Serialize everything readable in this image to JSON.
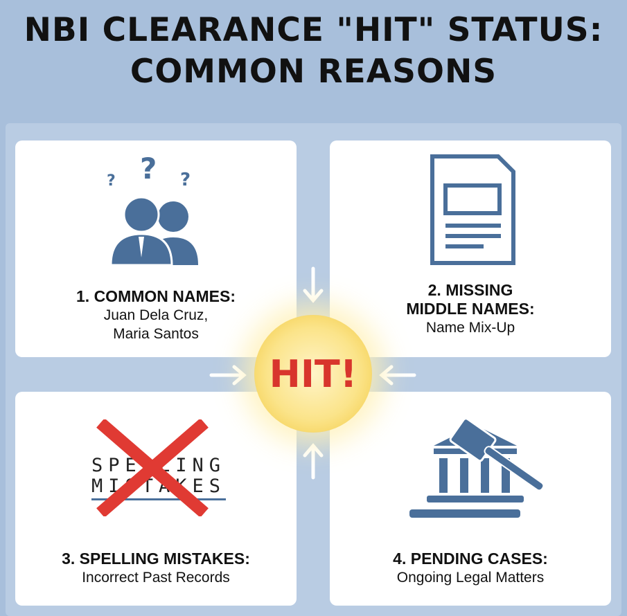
{
  "title": {
    "line1": "NBI CLEARANCE \"HIT\" STATUS:",
    "line2": "COMMON REASONS"
  },
  "center": {
    "label": "HIT!",
    "color": "#d8352c"
  },
  "colors": {
    "icon": "#4a6f9a",
    "cross": "#e03a33",
    "background": "#a8bfdb"
  },
  "cards": [
    {
      "heading": "1. COMMON NAMES:",
      "sub1": "Juan Dela Cruz,",
      "sub2": "Maria Santos",
      "icon": "confused-people-icon"
    },
    {
      "heading1": "2. MISSING",
      "heading2": "MIDDLE NAMES:",
      "sub": "Name Mix-Up",
      "icon": "document-icon"
    },
    {
      "heading": "3. SPELLING MISTAKES:",
      "sub": "Incorrect Past Records",
      "icon": "crossed-text-icon",
      "icon_text1": "SPELLING",
      "icon_text2": "MISTAKES"
    },
    {
      "heading": "4. PENDING CASES:",
      "sub": "Ongoing Legal Matters",
      "icon": "gavel-courthouse-icon"
    }
  ]
}
